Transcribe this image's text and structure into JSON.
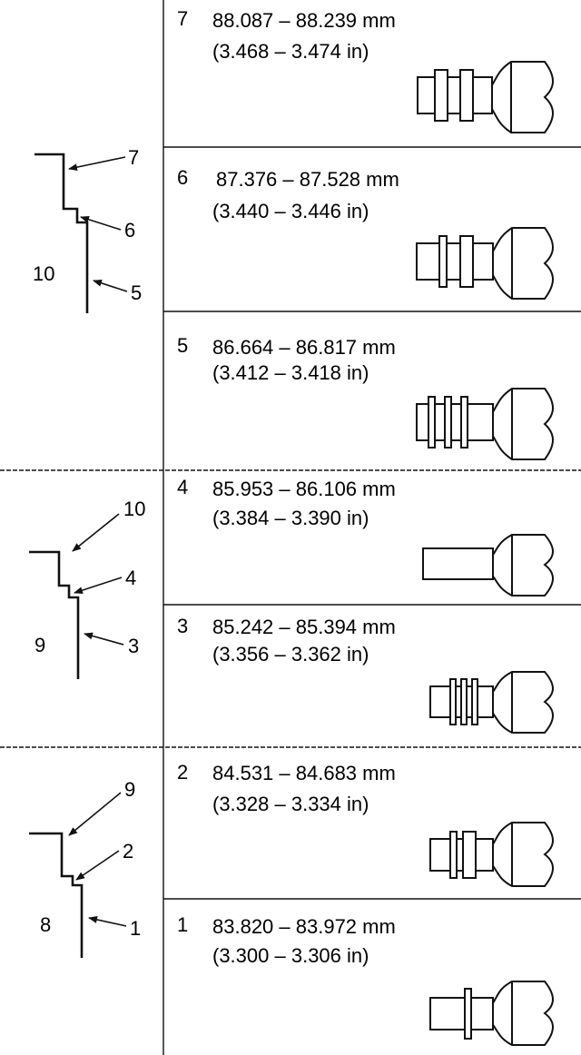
{
  "steps": [
    {
      "number": "7",
      "mm": "88.087 – 88.239 mm",
      "inch": "(3.468 – 3.474 in)",
      "flanges": "two-wide"
    },
    {
      "number": "6",
      "mm": "87.376 – 87.528 mm",
      "inch": "(3.440 – 3.446 in)",
      "flanges": "ring-and-block"
    },
    {
      "number": "5",
      "mm": "86.664 – 86.817 mm",
      "inch": "(3.412 – 3.418 in)",
      "flanges": "three-rings"
    },
    {
      "number": "4",
      "mm": "85.953 – 86.106 mm",
      "inch": "(3.384 – 3.390 in)",
      "flanges": "none"
    },
    {
      "number": "3",
      "mm": "85.242 – 85.394 mm",
      "inch": "(3.356 – 3.362 in)",
      "flanges": "three-rings"
    },
    {
      "number": "2",
      "mm": "84.531 – 84.683 mm",
      "inch": "(3.328 – 3.334 in)",
      "flanges": "ring-and-block"
    },
    {
      "number": "1",
      "mm": "83.820 – 83.972 mm",
      "inch": "(3.300 – 3.306 in)",
      "flanges": "one-ring"
    }
  ],
  "profiles": [
    {
      "group": "10",
      "upper": "7",
      "middle": "6",
      "lower": "5"
    },
    {
      "group": "9",
      "upper": "10",
      "middle": "4",
      "lower": "3"
    },
    {
      "group": "8",
      "upper": "9",
      "middle": "2",
      "lower": "1"
    }
  ],
  "colors": {
    "ink": "#111111",
    "paper": "#ffffff"
  }
}
